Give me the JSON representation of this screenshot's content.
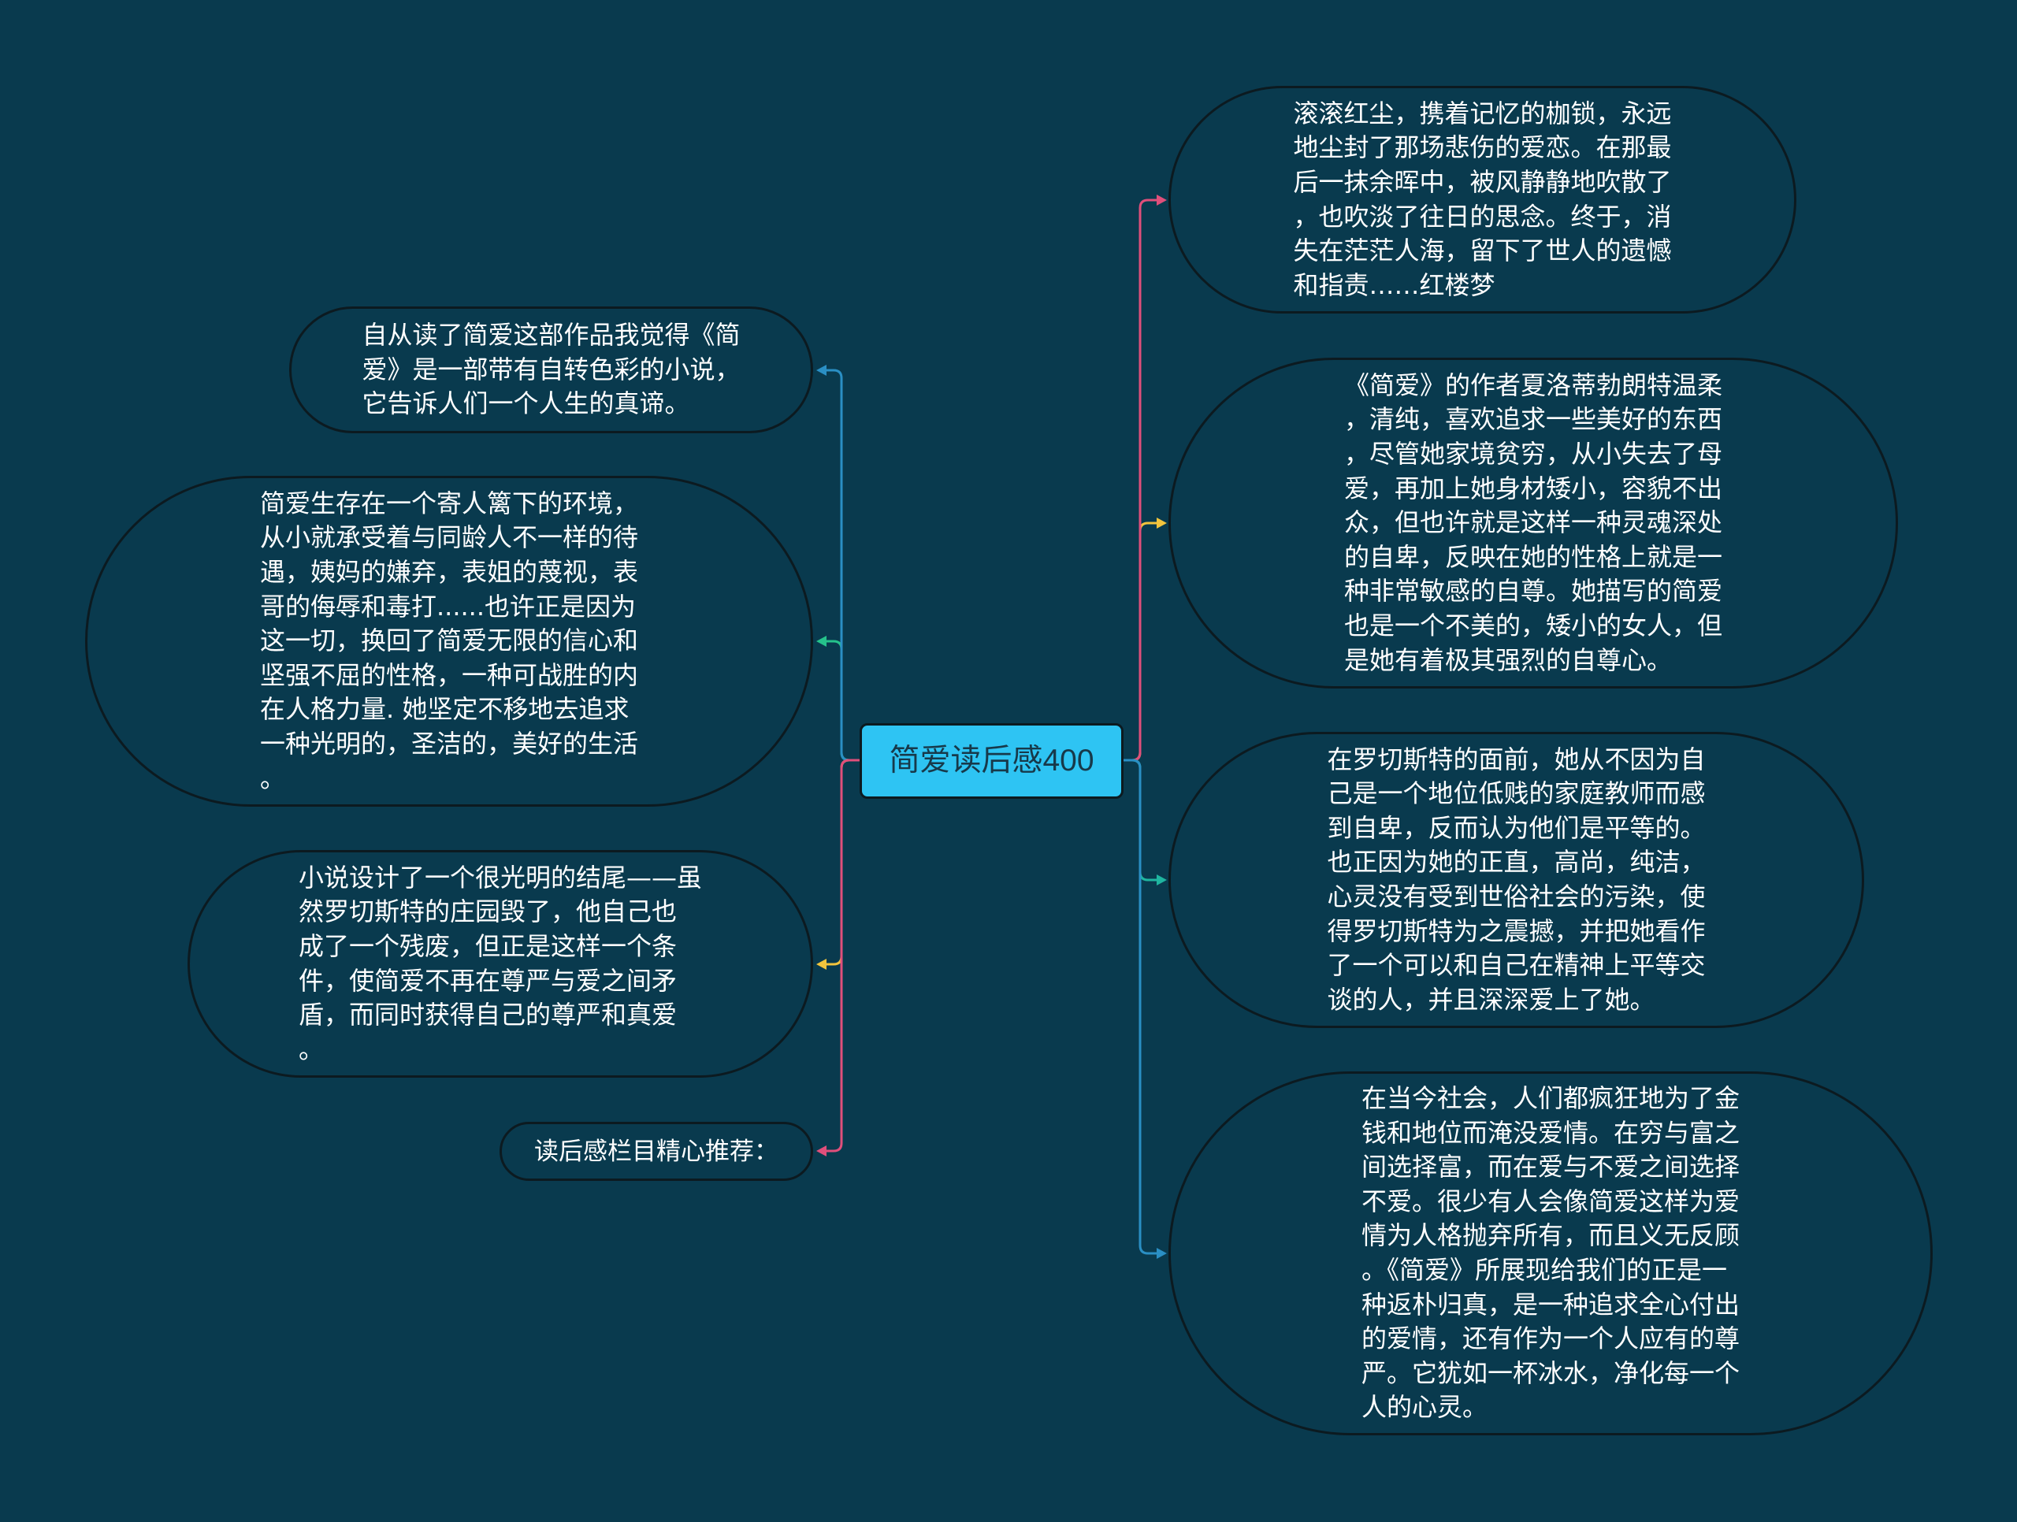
{
  "colors": {
    "background": "#093a4e",
    "central_fill": "#2ec4f3",
    "node_border": "#0c1a20",
    "node_text": "#ffffff"
  },
  "central_topic": {
    "text": "简爱读后感400"
  },
  "left_topics": [
    {
      "branch_color": "#2a8fc4",
      "lines": [
        "自从读了简爱这部作品我觉得《简",
        "爱》是一部带有自转色彩的小说，",
        "它告诉人们一个人生的真谛。"
      ]
    },
    {
      "branch_color": "#25c28b",
      "lines": [
        "简爱生存在一个寄人篱下的环境，",
        "从小就承受着与同龄人不一样的待",
        "遇，姨妈的嫌弃，表姐的蔑视，表",
        "哥的侮辱和毒打......也许正是因为",
        "这一切，换回了简爱无限的信心和",
        "坚强不屈的性格，一种可战胜的内",
        "在人格力量. 她坚定不移地去追求",
        "一种光明的，圣洁的，美好的生活",
        "。"
      ]
    },
    {
      "branch_color": "#f2c43d",
      "lines": [
        "小说设计了一个很光明的结尾——虽",
        "然罗切斯特的庄园毁了，他自己也",
        "成了一个残废，但正是这样一个条",
        "件，使简爱不再在尊严与爱之间矛",
        "盾，而同时获得自己的尊严和真爱",
        "。"
      ]
    },
    {
      "branch_color": "#e04f7b",
      "lines": [
        "读后感栏目精心推荐："
      ]
    }
  ],
  "right_topics": [
    {
      "branch_color": "#e04f7b",
      "lines": [
        "滚滚红尘，携着记忆的枷锁，永远",
        "地尘封了那场悲伤的爱恋。在那最",
        "后一抹余晖中，被风静静地吹散了",
        "，也吹淡了往日的思念。终于，消",
        "失在茫茫人海，留下了世人的遗憾",
        "和指责……红楼梦"
      ]
    },
    {
      "branch_color": "#f2c43d",
      "lines": [
        "《简爱》的作者夏洛蒂勃朗特温柔",
        "，清纯，喜欢追求一些美好的东西",
        "，尽管她家境贫穷，从小失去了母",
        "爱，再加上她身材矮小，容貌不出",
        "众，但也许就是这样一种灵魂深处",
        "的自卑，反映在她的性格上就是一",
        "种非常敏感的自尊。她描写的简爱",
        "也是一个不美的，矮小的女人，但",
        "是她有着极其强烈的自尊心。"
      ]
    },
    {
      "branch_color": "#1fb5a0",
      "lines": [
        "在罗切斯特的面前，她从不因为自",
        "己是一个地位低贱的家庭教师而感",
        "到自卑，反而认为他们是平等的。",
        "也正因为她的正直，高尚，纯洁，",
        "心灵没有受到世俗社会的污染，使",
        "得罗切斯特为之震撼，并把她看作",
        "了一个可以和自己在精神上平等交",
        "谈的人，并且深深爱上了她。"
      ]
    },
    {
      "branch_color": "#2a8fc4",
      "lines": [
        "在当今社会，人们都疯狂地为了金",
        "钱和地位而淹没爱情。在穷与富之",
        "间选择富，而在爱与不爱之间选择",
        "不爱。很少有人会像简爱这样为爱",
        "情为人格抛弃所有，而且义无反顾",
        "。《简爱》所展现给我们的正是一",
        "种返朴归真，是一种追求全心付出",
        "的爱情，还有作为一个人应有的尊",
        "严。它犹如一杯冰水，净化每一个",
        "人的心灵。"
      ]
    }
  ]
}
